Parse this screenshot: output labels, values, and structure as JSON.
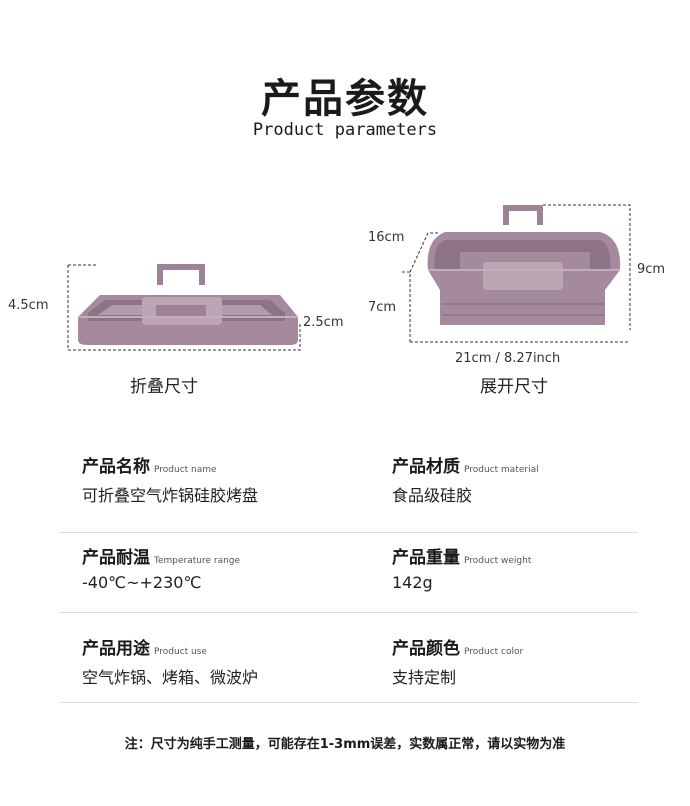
{
  "header": {
    "title": "产品参数",
    "subtitle": "Product parameters"
  },
  "folded": {
    "height_label": "4.5cm",
    "depth_label": "2.5cm",
    "caption": "折叠尺寸"
  },
  "expanded": {
    "width_label": "16cm",
    "lower_label": "7cm",
    "height_label": "9cm",
    "length_label": "21cm / 8.27inch",
    "caption": "展开尺寸"
  },
  "product_color_hex": "#9e8296",
  "params": [
    {
      "label": "产品名称",
      "label_en": "Product name",
      "value": "可折叠空气炸锅硅胶烤盘"
    },
    {
      "label": "产品材质",
      "label_en": "Product material",
      "value": "食品级硅胶"
    },
    {
      "label": "产品耐温",
      "label_en": "Temperature range",
      "value": "-40℃~+230℃"
    },
    {
      "label": "产品重量",
      "label_en": "Product weight",
      "value": "142g"
    },
    {
      "label": "产品用途",
      "label_en": "Product use",
      "value": "空气炸锅、烤箱、微波炉"
    },
    {
      "label": "产品颜色",
      "label_en": "Product color",
      "value": "支持定制"
    }
  ],
  "note": "注：尺寸为纯手工测量，可能存在1-3mm误差，实数属正常，请以实物为准"
}
